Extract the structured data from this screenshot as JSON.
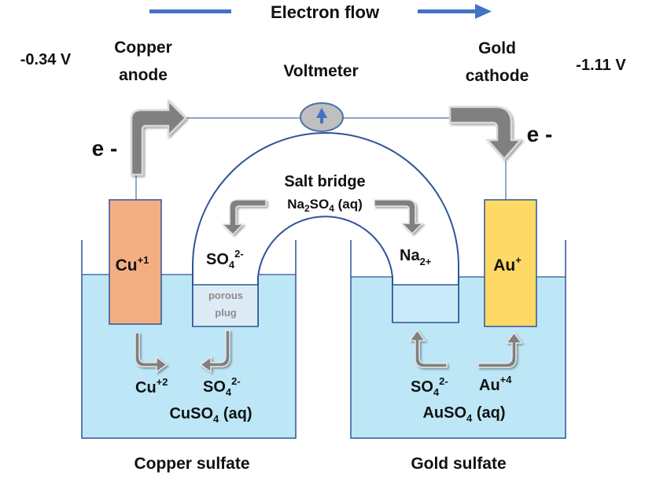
{
  "header": {
    "title": "Electron flow"
  },
  "voltages": {
    "left": "-0.34 V",
    "right": "-1.11 V"
  },
  "electrodes": {
    "anode": {
      "line1": "Copper",
      "line2": "anode",
      "symbol": "Cu",
      "charge": "+1",
      "color": "#f4ae84"
    },
    "cathode": {
      "line1": "Gold",
      "line2": "cathode",
      "symbol": "Au",
      "charge": "+",
      "color": "#ffd966"
    }
  },
  "voltmeter": {
    "label": "Voltmeter"
  },
  "electron_labels": {
    "left": "e -",
    "right": "e -"
  },
  "salt_bridge": {
    "title": "Salt bridge",
    "formula": {
      "a": "Na",
      "a_sub": "2",
      "b": "SO",
      "b_sub": "4",
      "c": " (aq)"
    },
    "plug_line1": "porous",
    "plug_line2": "plug"
  },
  "ions": {
    "left_bridge": {
      "base": "SO",
      "sub": "4",
      "sup": "2-"
    },
    "right_bridge": {
      "base": "Na",
      "sub": "2+"
    },
    "left_cu": {
      "base": "Cu",
      "sup": "+2"
    },
    "left_so4": {
      "base": "SO",
      "sub": "4",
      "sup": "2-"
    },
    "right_so4": {
      "base": "SO",
      "sub": "4",
      "sup": "2-"
    },
    "right_au": {
      "base": "Au",
      "sup": "+4"
    }
  },
  "solutions": {
    "left": {
      "base": "CuSO",
      "sub": "4",
      "rest": " (aq)"
    },
    "right": {
      "base": "AuSO",
      "sub": "4",
      "rest": " (aq)"
    }
  },
  "captions": {
    "left": "Copper sulfate",
    "right": "Gold sulfate"
  },
  "colors": {
    "solution": "#bde7f6",
    "beaker_stroke": "#2f5597",
    "arrow_blue": "#4472c4",
    "arrow_gray": "#7f7f7f",
    "plug": "#ddebf7"
  }
}
